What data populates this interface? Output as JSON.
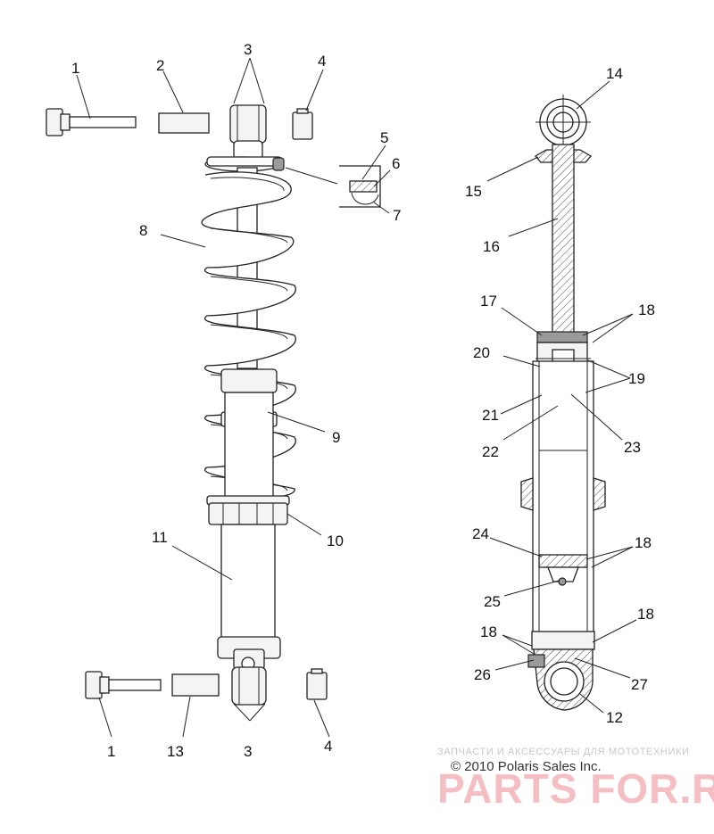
{
  "labels": {
    "l1a": "1",
    "l1b": "1",
    "l2": "2",
    "l3a": "3",
    "l3b": "3",
    "l4a": "4",
    "l4b": "4",
    "l5": "5",
    "l6": "6",
    "l7": "7",
    "l8": "8",
    "l9": "9",
    "l10": "10",
    "l11": "11",
    "l12": "12",
    "l13": "13",
    "l14": "14",
    "l15": "15",
    "l16": "16",
    "l17": "17",
    "l18a": "18",
    "l18b": "18",
    "l18c": "18",
    "l18d": "18",
    "l19": "19",
    "l20": "20",
    "l21": "21",
    "l22": "22",
    "l23": "23",
    "l24": "24",
    "l25": "25",
    "l26": "26",
    "l27": "27"
  },
  "copyright": "© 2010 Polaris Sales Inc.",
  "watermark": {
    "tagline": "ЗАПЧАСТИ И АКСЕССУАРЫ ДЛЯ МОТОТЕХНИКИ",
    "brand": "PARTS FOR.RU"
  },
  "colors": {
    "watermark": "#e96e78",
    "line": "#222222"
  }
}
